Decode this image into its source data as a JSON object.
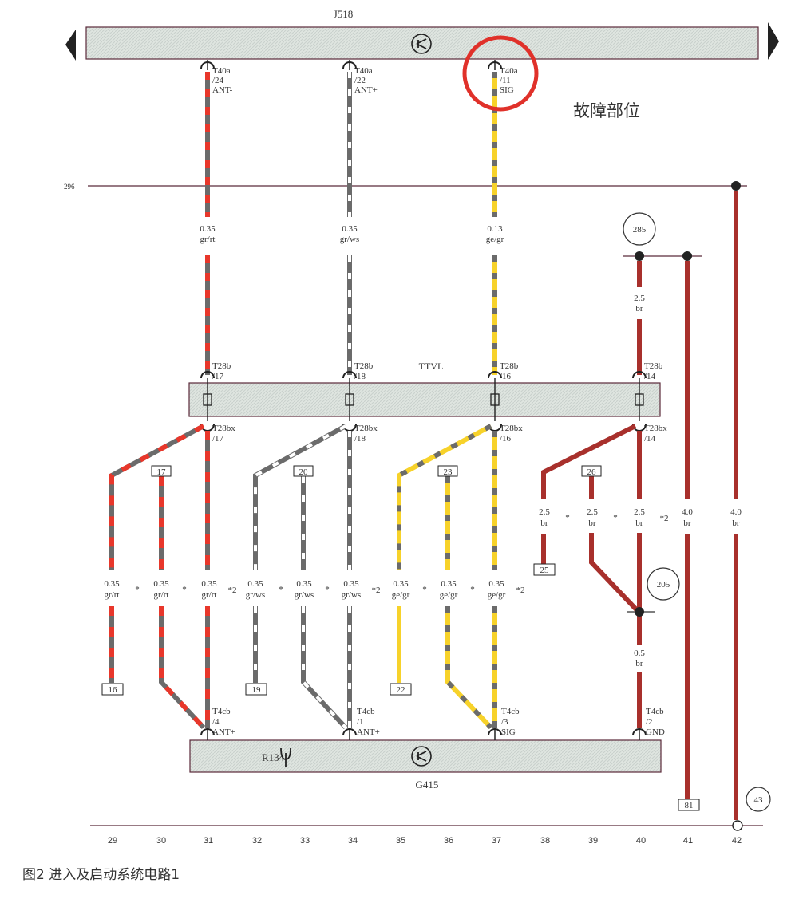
{
  "modules": {
    "top": {
      "name": "J518"
    },
    "middle": {
      "name": "TTVL"
    },
    "bottom": {
      "name": "G415",
      "antenna": "R134"
    }
  },
  "fault_label": "故障部位",
  "caption": "图2   进入及启动系统电路1",
  "ref_line_label": "296",
  "circles": {
    "c285": "285",
    "c205": "205",
    "c43": "43"
  },
  "top_pins": [
    {
      "conn": "T40a",
      "pin": "/24",
      "sig": "ANT-"
    },
    {
      "conn": "T40a",
      "pin": "/22",
      "sig": "ANT+"
    },
    {
      "conn": "T40a",
      "pin": "/11",
      "sig": "SIG"
    }
  ],
  "upper_wires": [
    {
      "size": "0.35",
      "color": "gr/rt"
    },
    {
      "size": "0.35",
      "color": "gr/ws"
    },
    {
      "size": "0.13",
      "color": "ge/gr"
    },
    {
      "size": "2.5",
      "color": "br"
    }
  ],
  "ttvl_in": [
    {
      "conn": "T28b",
      "pin": "/17"
    },
    {
      "conn": "T28b",
      "pin": "/18"
    },
    {
      "conn": "T28b",
      "pin": "/16"
    },
    {
      "conn": "T28b",
      "pin": "/14"
    }
  ],
  "ttvl_out": [
    {
      "conn": "T28bx",
      "pin": "/17"
    },
    {
      "conn": "T28bx",
      "pin": "/18"
    },
    {
      "conn": "T28bx",
      "pin": "/16"
    },
    {
      "conn": "T28bx",
      "pin": "/14"
    }
  ],
  "refs": {
    "r17": "17",
    "r20": "20",
    "r23": "23",
    "r26": "26",
    "r16": "16",
    "r19": "19",
    "r22": "22",
    "r25": "25",
    "r81": "81"
  },
  "lower_wires": [
    {
      "size": "0.35",
      "color": "gr/rt"
    },
    {
      "size": "0.35",
      "color": "gr/rt"
    },
    {
      "size": "0.35",
      "color": "gr/rt"
    },
    {
      "size": "0.35",
      "color": "gr/ws"
    },
    {
      "size": "0.35",
      "color": "gr/ws"
    },
    {
      "size": "0.35",
      "color": "gr/ws"
    },
    {
      "size": "0.35",
      "color": "ge/gr"
    },
    {
      "size": "0.35",
      "color": "ge/gr"
    },
    {
      "size": "0.35",
      "color": "ge/gr"
    },
    {
      "size": "2.5",
      "color": "br"
    },
    {
      "size": "2.5",
      "color": "br"
    },
    {
      "size": "2.5",
      "color": "br"
    },
    {
      "size": "4.0",
      "color": "br"
    },
    {
      "size": "4.0",
      "color": "br"
    }
  ],
  "splice_marks": {
    "dot": "*",
    "x2": "*2"
  },
  "gnd_wire": {
    "size": "0.5",
    "color": "br"
  },
  "bottom_pins": [
    {
      "conn": "T4cb",
      "pin": "/4",
      "sig": "ANT+"
    },
    {
      "conn": "T4cb",
      "pin": "/1",
      "sig": "ANT+"
    },
    {
      "conn": "T4cb",
      "pin": "/3",
      "sig": "SIG"
    },
    {
      "conn": "T4cb",
      "pin": "/2",
      "sig": "GND"
    }
  ],
  "columns": [
    "29",
    "30",
    "31",
    "32",
    "33",
    "34",
    "35",
    "36",
    "37",
    "38",
    "39",
    "40",
    "41",
    "42"
  ],
  "colors": {
    "red": "#e8372b",
    "gray": "#6b6b6b",
    "white": "#ffffff",
    "yellow": "#f7d22a",
    "brown": "#a8302c",
    "module": "#dfe5e0",
    "fault_circle": "#e0312a"
  }
}
